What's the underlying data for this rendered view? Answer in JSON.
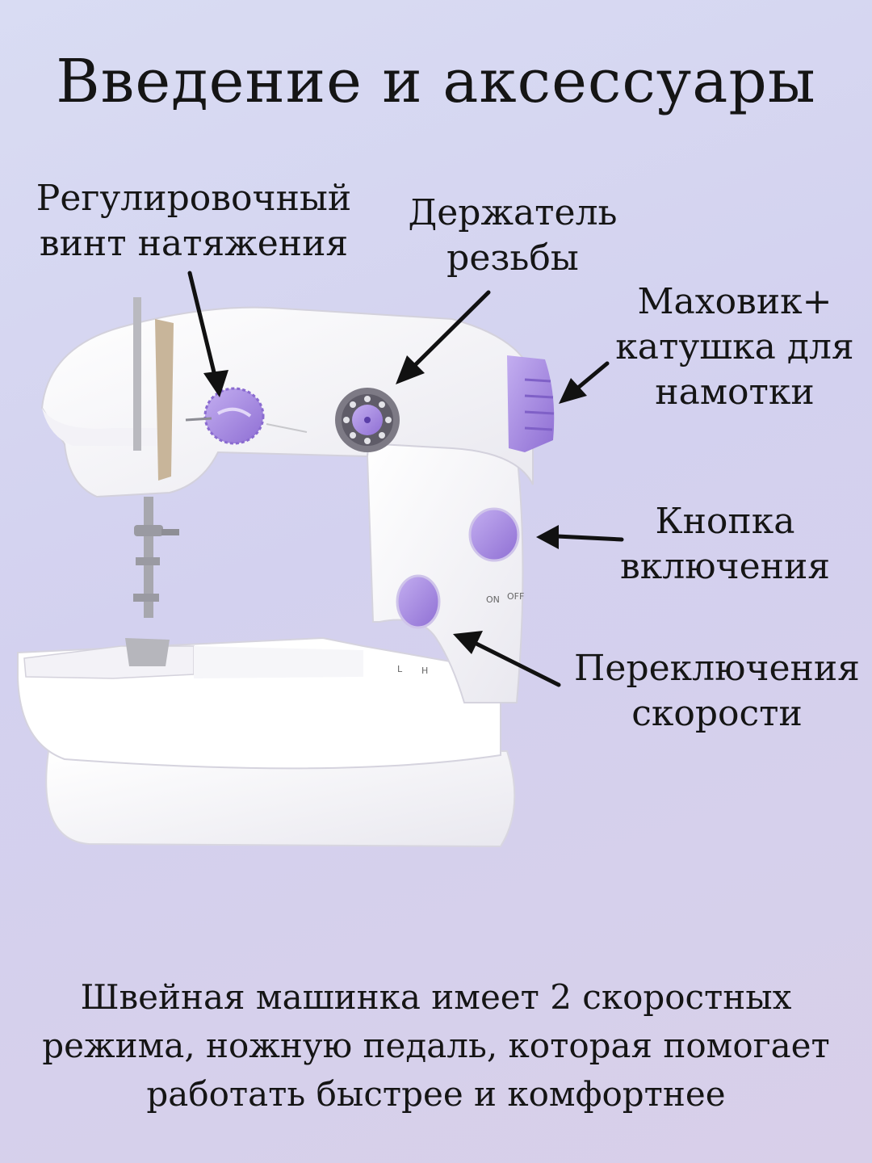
{
  "title": "Введение и аксессуары",
  "labels": {
    "tension": [
      "Регулировочный",
      "винт натяжения"
    ],
    "thread_holder": [
      "Держатель",
      "резьбы"
    ],
    "handwheel": [
      "Маховик+",
      "катушка для",
      "намотки"
    ],
    "power_button": [
      "Кнопка",
      "включения"
    ],
    "speed_switch": [
      "Переключения",
      "скорости"
    ]
  },
  "machine_marks": {
    "on": "ON",
    "off": "OFF",
    "low": "L",
    "high": "H"
  },
  "caption": [
    "Швейная машинка имеет 2 скоростных",
    "режима, ножную педаль, которая помогает",
    "работать быстрее и комфортнее"
  ],
  "colors": {
    "accent": "#a98de0",
    "body": "#ffffff"
  }
}
